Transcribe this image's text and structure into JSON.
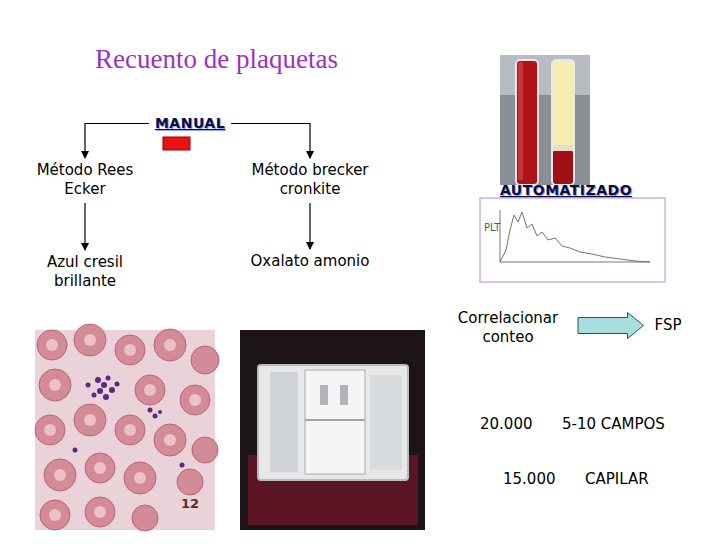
{
  "diagram": {
    "title": "Recuento de plaquetas",
    "nodes": [
      {
        "text": [
          "MANUAL"
        ]
      },
      {
        "text": [
          "Método Rees Ecker"
        ]
      },
      {
        "text": [
          "Método brecker cronkite"
        ]
      },
      {
        "text": [
          "Azul cresil brillante"
        ]
      },
      {
        "text": [
          "Oxalato amonio"
        ]
      },
      {
        "text": [
          "AUTOMATIZADO"
        ]
      },
      {
        "text": [
          "Correlacionar conteo"
        ]
      },
      {
        "text": [
          "FSP"
        ]
      }
    ],
    "edges": [
      {
        "from": 0,
        "to": 1,
        "arrow": "to"
      },
      {
        "from": 0,
        "to": 2,
        "arrow": "to"
      },
      {
        "from": 1,
        "to": 3,
        "arrow": "to"
      },
      {
        "from": 2,
        "to": 4,
        "arrow": "to"
      },
      {
        "from": 6,
        "to": 7,
        "arrow": "to"
      }
    ],
    "labels": [
      "20.000",
      "5-10 CAMPOS",
      "15.000",
      "CAPILAR",
      "PLT",
      "12"
    ]
  }
}
